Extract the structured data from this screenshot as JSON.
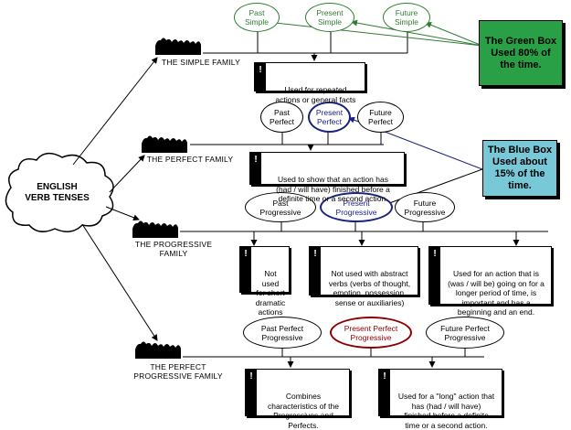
{
  "center": {
    "label": "ENGLISH\nVERB TENSES"
  },
  "families": [
    {
      "name": "THE SIMPLE FAMILY",
      "tenses": [
        "Past\nSimple",
        "Present\nSimple",
        "Future\nSimple"
      ],
      "notes": [
        "Used for repeated\nactions or general facts"
      ]
    },
    {
      "name": "THE PERFECT FAMILY",
      "tenses": [
        "Past\nPerfect",
        "Present\nPerfect",
        "Future\nPerfect"
      ],
      "notes": [
        "Used to show that an action has\n(had / will have) finished before a\ndefinite time or a second action."
      ]
    },
    {
      "name": "THE PROGRESSIVE\nFAMILY",
      "tenses": [
        "Past\nProgressive",
        "Present\nProgressive",
        "Future\nProgressive"
      ],
      "notes": [
        "Not used\nfor short\ndramatic\nactions",
        "Not used with abstract\nverbs (verbs of thought,\nemotion, possession,\nsense or auxiliaries)",
        "Used for an action that is\n(was / will be) going on for a\nlonger period of time, is\nimportant and has a\nbeginning and an end."
      ]
    },
    {
      "name": "THE PERFECT\nPROGRESSIVE FAMILY",
      "tenses": [
        "Past Perfect\nProgressive",
        "Present Perfect\nProgressive",
        "Future Perfect\nProgressive"
      ],
      "notes": [
        "Combines\ncharacteristics of the\nProgressives and\nPerfects.",
        "Used for a \"long\" action that\nhas (had / will have)\nfinished before a definite\ntime or a second action."
      ]
    }
  ],
  "callouts": {
    "green": "The Green Box\nUsed 80% of\nthe time.",
    "blue": "The Blue Box\nUsed about\n15% of the\ntime."
  },
  "icons": {
    "note_marker": "!",
    "family": "people-silhouette-icon"
  },
  "colors": {
    "green_box": "#29a046",
    "blue_box": "#78c8d8",
    "green_oval": "#2e7d32",
    "blue_oval": "#1a237e",
    "red_oval": "#8b0000"
  }
}
